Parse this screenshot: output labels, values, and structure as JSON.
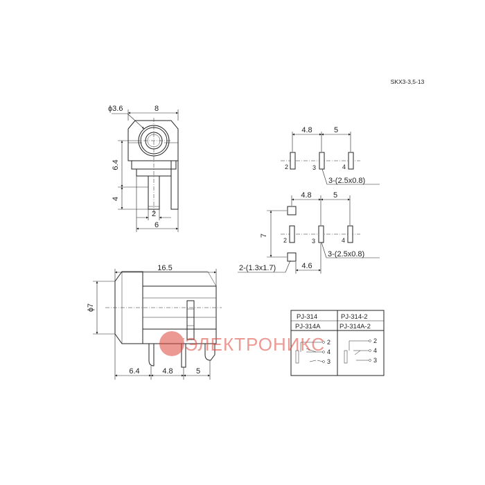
{
  "model_code": "SKX3-3,5-13",
  "front_view": {
    "dia_hole": "ϕ3.6",
    "width_top": "8",
    "height_body": "6.4",
    "height_pin": "4",
    "pin_width": "2",
    "width_bottom": "6"
  },
  "side_view": {
    "length": "16.5",
    "diameter": "ϕ7",
    "spacing_a": "6.4",
    "spacing_b": "4.8",
    "spacing_c": "5"
  },
  "pcb_layout_1": {
    "dim_a": "4.8",
    "dim_b": "5",
    "pin_labels": [
      "2",
      "3",
      "4"
    ],
    "slot_note": "3-(2.5x0.8)"
  },
  "pcb_layout_2": {
    "dim_a": "4.8",
    "dim_b": "5",
    "dim_height": "7",
    "dim_offset": "4.6",
    "pin_labels": [
      "2",
      "3",
      "4"
    ],
    "slot_note": "3-(2.5x0.8)",
    "pad_note": "2-(1.3x1.7)"
  },
  "variant_table": {
    "row1": [
      "PJ-314",
      "PJ-314-2"
    ],
    "row2": [
      "PJ-314A",
      "PJ-314A-2"
    ],
    "schematic_pins": [
      "2",
      "4",
      "3"
    ]
  },
  "watermark": {
    "text": "РУЭЛЕКТРОНИКС",
    "color": "#e0463c"
  }
}
